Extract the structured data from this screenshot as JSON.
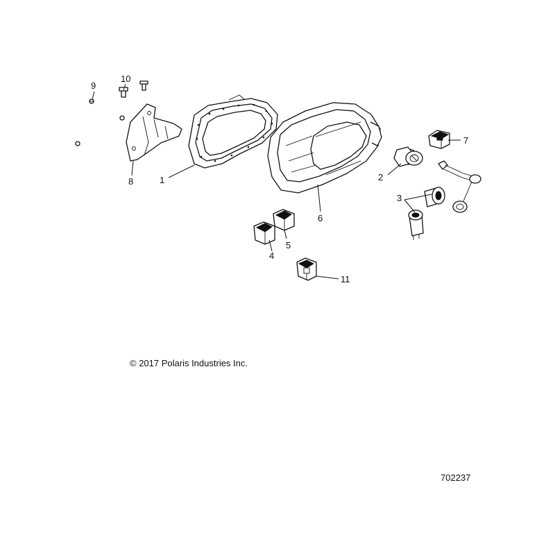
{
  "callouts": [
    {
      "id": "1",
      "label": "1"
    },
    {
      "id": "2",
      "label": "2"
    },
    {
      "id": "3",
      "label": "3"
    },
    {
      "id": "4",
      "label": "4"
    },
    {
      "id": "5",
      "label": "5"
    },
    {
      "id": "6",
      "label": "6"
    },
    {
      "id": "7",
      "label": "7"
    },
    {
      "id": "8",
      "label": "8"
    },
    {
      "id": "9",
      "label": "9"
    },
    {
      "id": "10",
      "label": "10"
    },
    {
      "id": "11",
      "label": "11"
    }
  ],
  "copyright": "© 2017 Polaris Industries Inc.",
  "drawing_number": "702237"
}
